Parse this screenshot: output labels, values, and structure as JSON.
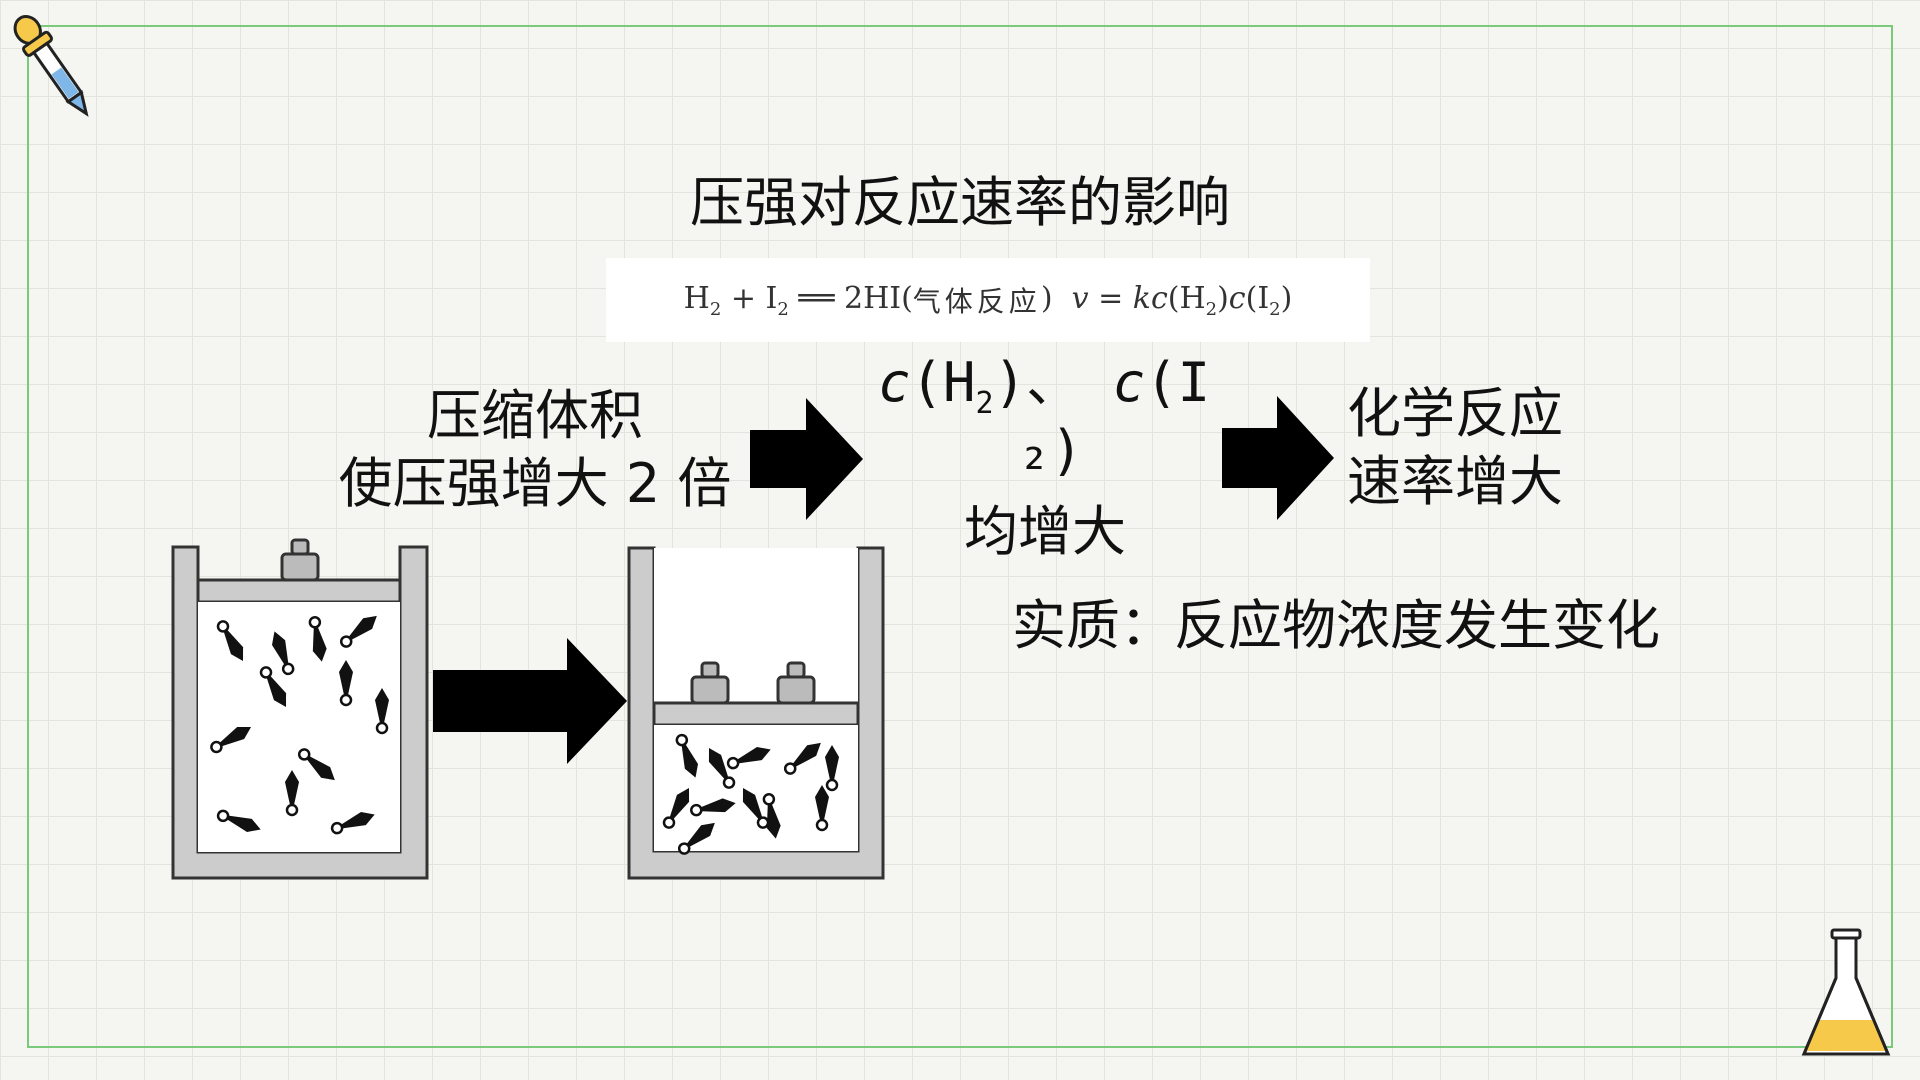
{
  "title": "压强对反应速率的影响",
  "formula": {
    "equation": "H₂ + I₂ ══ 2HI",
    "note": "气体反应",
    "rate_law": "v = kc(H₂)c(I₂)"
  },
  "step1": {
    "line1": "压缩体积",
    "line2": "使压强增大 2 倍"
  },
  "step2": {
    "line1": "c(H₂)、 c(I",
    "line2": "₂)",
    "line3": "均增大"
  },
  "step3": {
    "line1": "化学反应",
    "line2": "速率增大"
  },
  "essence": "实质：反应物浓度发生变化",
  "colors": {
    "frame_border": "#7bc97b",
    "arrow": "#000000",
    "cylinder_wall": "#cccccc",
    "flask_liquid": "#f6c94a"
  },
  "icons": {
    "top_left": "dropper-icon",
    "bottom_right": "flask-icon"
  }
}
